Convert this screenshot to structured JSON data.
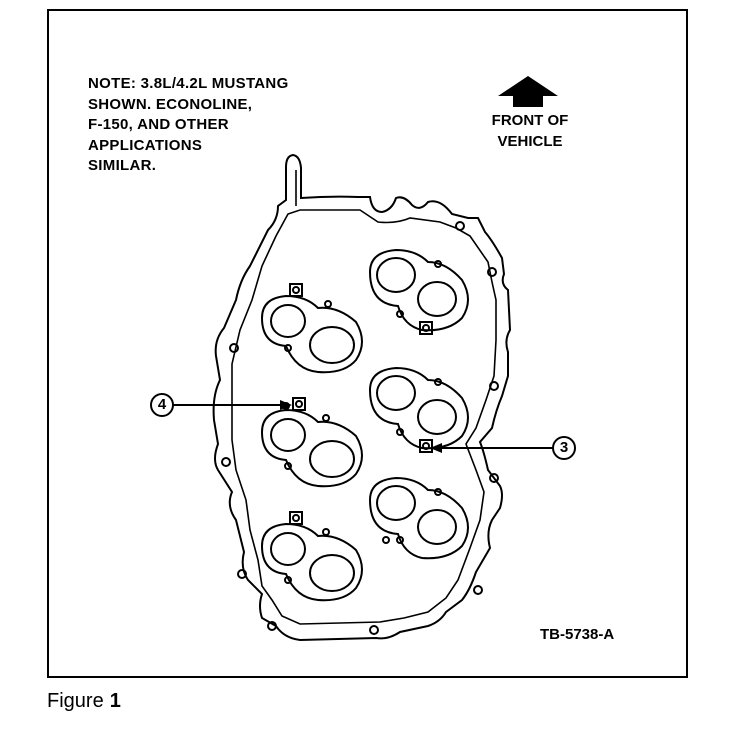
{
  "note": {
    "lines": [
      "NOTE: 3.8L/4.2L MUSTANG",
      "SHOWN. ECONOLINE,",
      "F-150, AND OTHER",
      "APPLICATIONS",
      "SIMILAR."
    ]
  },
  "front_label": {
    "line1": "FRONT OF",
    "line2": "VEHICLE"
  },
  "callouts": {
    "left": "4",
    "right": "3"
  },
  "figure_id": "TB-5738-A",
  "caption": {
    "label": "Figure",
    "number": "1"
  },
  "icons": {
    "arrow": "up-arrow-icon"
  }
}
